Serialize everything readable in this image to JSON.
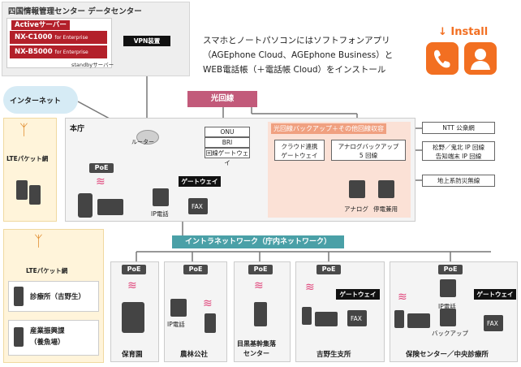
{
  "datacenter": {
    "title": "四国情報管理センター データセンター",
    "active_label": "Activeサーバー",
    "servers": [
      {
        "name": "NX-C1000",
        "suffix": "for Enterprise"
      },
      {
        "name": "NX-B5000",
        "suffix": "for Enterprise"
      }
    ],
    "standby_label": "standbyサーバー",
    "vpn_label": "VPN装置"
  },
  "intro_text": [
    "スマホとノートパソコンにはソフトフォンアプリ",
    "（AGEphone Cloud、AGEphone Business）と",
    "WEB電話帳（＋電話帳 Cloud）をインストール"
  ],
  "install": {
    "label": "Install"
  },
  "internet_label": "インターネット",
  "lte_label_1": "LTEパケット網",
  "lte_label_2": "LTEパケット網",
  "remote_sites": [
    "診療所（吉野生）",
    "産業振興課\n（養魚場）"
  ],
  "hikari_label": "光回線",
  "honcho": {
    "label": "本庁",
    "router_label": "ルーター",
    "onu_stack": [
      "ONU",
      "BRI",
      "回線ゲートウェイ"
    ],
    "backup_title": "光回線バックアップ＋その他回線収容",
    "cloud_gw": [
      "クラウド連携",
      "ゲートウェイ"
    ],
    "analog_backup": [
      "アナログバックアップ",
      "5 回線"
    ],
    "poe": "PoE",
    "gateway": "ゲートウェイ",
    "ip_phone": "IP電話",
    "fax": "FAX",
    "analog": "アナログ",
    "power_fail": "停電兼用"
  },
  "external_lines": [
    "NTT 公衆網",
    "松野／鬼北 IP 回線\n告知端末 IP 回線",
    "地上系防災無線"
  ],
  "intranet_label": "イントラネットワーク（庁内ネットワーク）",
  "sites": [
    {
      "name": "保育園",
      "poe": "PoE"
    },
    {
      "name": "農林公社",
      "poe": "PoE",
      "ip_phone": "IP電話"
    },
    {
      "name": "目黒基幹集落\nセンター",
      "poe": "PoE"
    },
    {
      "name": "吉野生支所",
      "poe": "PoE",
      "gateway": "ゲートウェイ",
      "fax": "FAX"
    },
    {
      "name": "保険センター／中央診療所",
      "poe": "PoE",
      "ip_phone": "IP電話",
      "backup": "バックアップ",
      "gateway": "ゲートウェイ",
      "fax": "FAX"
    }
  ],
  "colors": {
    "red": "#b3202a",
    "orange": "#f26f21",
    "hikari": "#c25a7a",
    "intranet": "#4aa0a7",
    "remote_bg": "#fff4da",
    "cloud": "#d6ebf5"
  }
}
